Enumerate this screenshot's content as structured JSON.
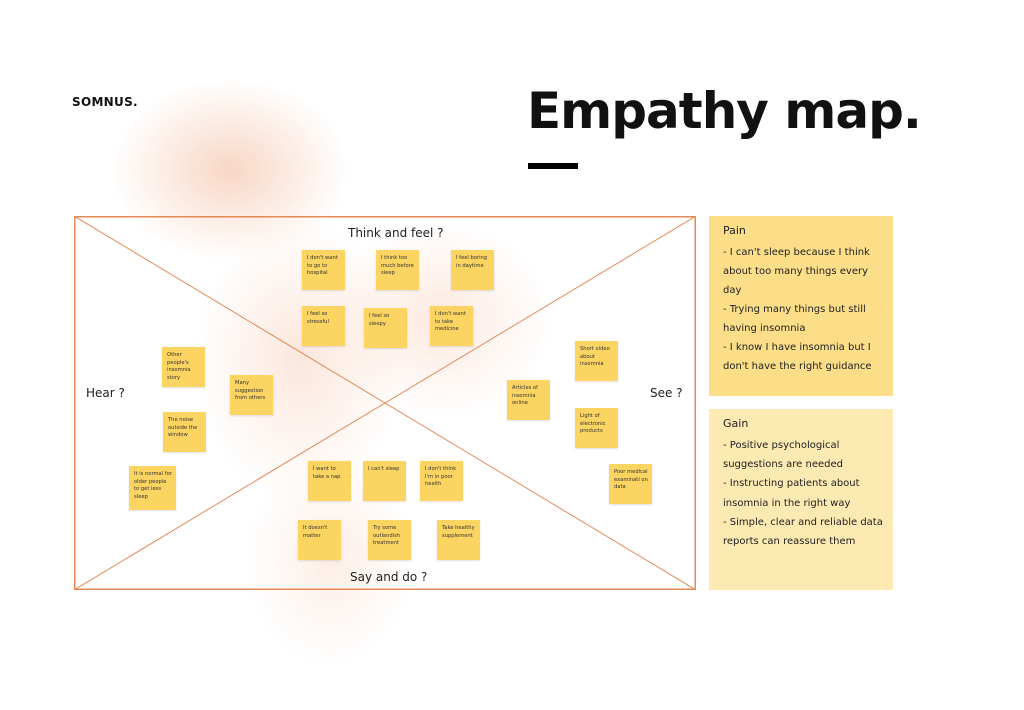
{
  "brand": "SOMNUS.",
  "title": "Empathy map.",
  "map": {
    "labels": {
      "think": "Think and feel ?",
      "hear": "Hear ?",
      "see": "See ?",
      "say": "Say and do ?"
    },
    "colors": {
      "frame": "#e58a55",
      "note": "#fcd462"
    },
    "notes": {
      "think": [
        "I don't want to go to hospital",
        "I think too much before sleep",
        "I feel boring in daytime",
        "I feel so stressful",
        "I feel so sleepy",
        "I don't want to take medicine"
      ],
      "hear": [
        "Other people's insomnia story",
        "Many suggestion from others",
        "The noise outside the window",
        "It is normal for older people to get less sleep"
      ],
      "see": [
        "Short video about insomnia",
        "Articles of insomnia online",
        "Light of electronic products",
        "Poor medical examinati on data"
      ],
      "say": [
        "I want to take a nap",
        "I can't sleep",
        "I don't think I'm in poor health",
        "It doesn't matter",
        "Try some outlandish treatment",
        "Take healthy supplement"
      ]
    }
  },
  "pain": {
    "heading": "Pain",
    "items": [
      "- I can't sleep because I think about too many things every day",
      "- Trying many things but still having insomnia",
      "- I know I have insomnia but I don't have the right guidance"
    ]
  },
  "gain": {
    "heading": "Gain",
    "items": [
      "- Positive psychological suggestions are needed",
      "- Instructing patients about insomnia in the right way",
      "- Simple, clear and reliable data reports can reassure them"
    ]
  },
  "colors": {
    "pain_bg": "#fcdd88",
    "gain_bg": "#fde9b2"
  }
}
